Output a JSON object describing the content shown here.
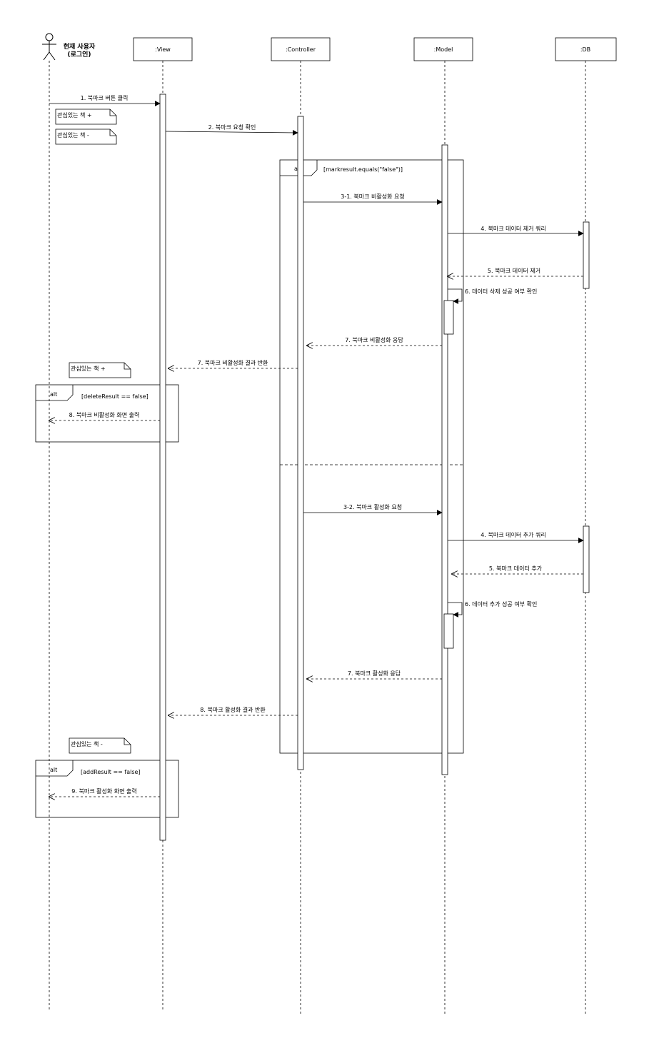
{
  "diagram": {
    "actor": {
      "line1": "현재 사용자",
      "line2": "(로그인)"
    },
    "participants": [
      ":View",
      ":Controller",
      ":Model",
      ":DB"
    ],
    "alt_main": {
      "keyword": "alt",
      "guard": "[markresult.equals(\"false\")]"
    },
    "alt_delete": {
      "keyword": "alt",
      "guard": "[deleteResult == false]"
    },
    "alt_add": {
      "keyword": "alt",
      "guard": "[addResult == false]"
    },
    "notes": {
      "n1": "관심있는 책 +",
      "n2": "관심있는 책 -",
      "n3": "관심있는 책 +",
      "n4": "관심있는 책 -"
    },
    "messages": {
      "m1": "1. 북마크 버튼 클릭",
      "m2": "2. 북마크 요청 확인",
      "m3_1": "3-1. 북마크 비활성화 요청",
      "m4a": "4. 북마크 데이터 제거 쿼리",
      "m5a": "5. 북마크 데이터 제거",
      "m6a": "6. 데이터 삭제 성공 여부 확인",
      "m7a": "7. 북마크 비활성화 응답",
      "m7b": "7. 북마크 비활성화 결과 반환",
      "m8a": "8. 북마크 비활성화 화면 출력",
      "m3_2": "3-2. 북마크 활성화 요청",
      "m4b": "4. 북마크 데이터 추가 쿼리",
      "m5b": "5. 북마크 데이터 추가",
      "m6b": "6. 데이터 추가 성공 여부 확인",
      "m7c": "7. 북마크 활성화 응답",
      "m8b": "8. 북마크 활성화 결과 반환",
      "m9": "9. 북마크 활성화 화면 출력"
    }
  }
}
